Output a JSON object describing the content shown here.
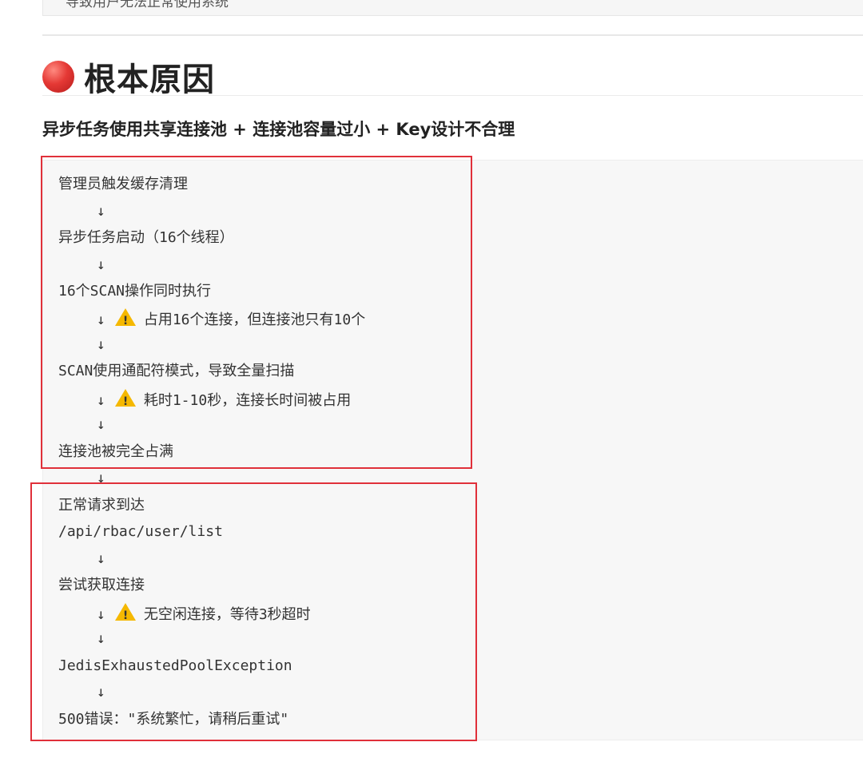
{
  "top_stub": {
    "text": "导致用户无法正常使用系统"
  },
  "heading": {
    "title": "根本原因"
  },
  "subtitle": "异步任务使用共享连接池 + 连接池容量过小 + Key设计不合理",
  "flow": {
    "lines": [
      "管理员触发缓存清理",
      "↓",
      "异步任务启动（16个线程）",
      "↓",
      "16个SCAN操作同时执行",
      "↓",
      "占用16个连接，但连接池只有10个",
      "↓",
      "SCAN使用通配符模式，导致全量扫描",
      "↓",
      "耗时1-10秒，连接长时间被占用",
      "↓",
      "连接池被完全占满",
      "↓",
      "正常请求到达",
      "/api/rbac/user/list",
      "↓",
      "尝试获取连接",
      "↓",
      "无空闲连接，等待3秒超时",
      "↓",
      "JedisExhaustedPoolException",
      "↓",
      "500错误：\"系统繁忙，请稍后重试\""
    ]
  },
  "colors": {
    "highlight_box": "#e0303a",
    "warning": "#f5b800",
    "heading_dot": "#e53935"
  },
  "icons": {
    "heading": "red-circle-icon",
    "warning": "warning-icon"
  }
}
